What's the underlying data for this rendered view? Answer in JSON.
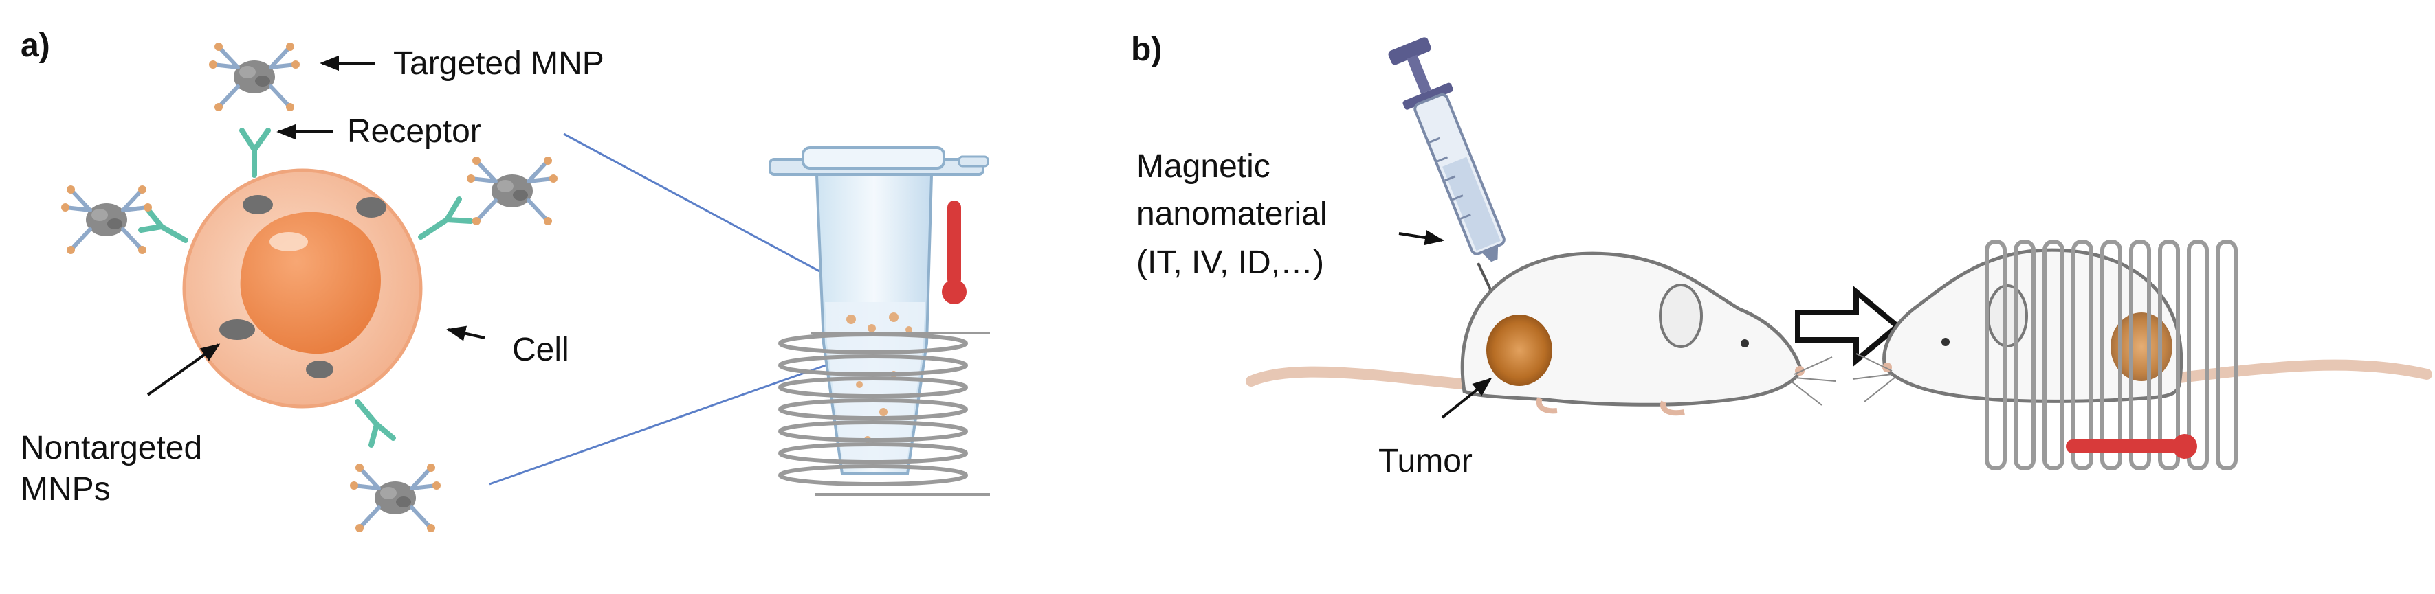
{
  "panel_a": {
    "label": "a)",
    "targeted_mnp_label": "Targeted MNP",
    "receptor_label": "Receptor",
    "cell_label": "Cell",
    "nontargeted_line1": "Nontargeted",
    "nontargeted_line2": "MNPs"
  },
  "panel_b": {
    "label": "b)",
    "nanomaterial_line1": "Magnetic",
    "nanomaterial_line2": "nanomaterial",
    "nanomaterial_line3": "(IT, IV, ID,…)",
    "tumor_label": "Tumor"
  },
  "colors": {
    "cell_fill": "#f6c3a4",
    "nucleus": "#f08d53",
    "receptor": "#5fbfa8",
    "mnp_gray": "#8a8a8a",
    "mnp_blue": "#8fa9c9",
    "mnp_orange": "#e3a36a",
    "thermometer_red": "#d83a3a",
    "leader_blue": "#5b7fc8",
    "tumor": "#c47a2e",
    "coil": "#9a9a9a",
    "mouse_outline": "#777777",
    "tail": "#e7c7b4",
    "syringe": "#5a5c8e"
  }
}
